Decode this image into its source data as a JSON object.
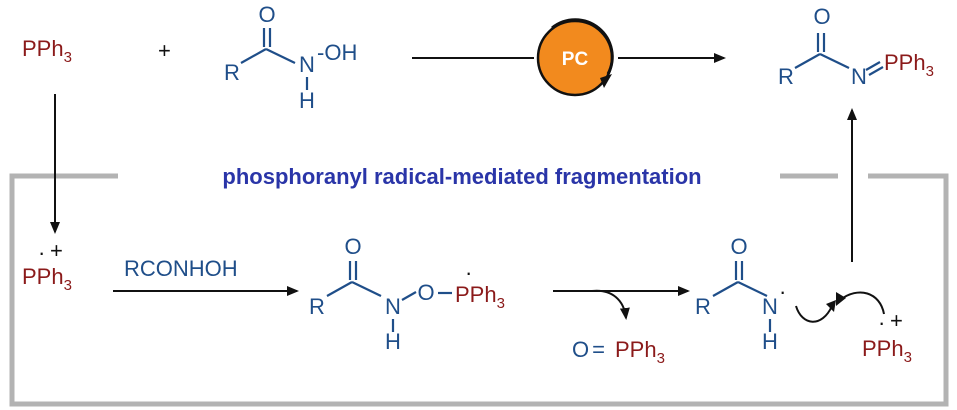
{
  "reagents": {
    "pph3": {
      "main": "PPh",
      "sub": "3"
    },
    "plus": "+",
    "hydroxamic_acid": {
      "o": "O",
      "r": "R",
      "n": "N",
      "oh": "-OH",
      "h": "H"
    },
    "photocatalyst": "PC",
    "product": {
      "o": "O",
      "r": "R",
      "n": "N",
      "pph3": "PPh",
      "sub": "3"
    }
  },
  "cycle": {
    "title": "phosphoranyl radical-mediated fragmentation",
    "radical_cation": {
      "dot": "·",
      "plus": "+",
      "main": "PPh",
      "sub": "3"
    },
    "reagent_label": "RCONHOH",
    "intermediate": {
      "o": "O",
      "r": "R",
      "n": "N",
      "o2": "O",
      "pph3": "PPh",
      "sub": "3",
      "h": "H",
      "dot": "·"
    },
    "byproduct": {
      "o": "O",
      "eq": "=",
      "pph3": "PPh",
      "sub": "3"
    },
    "amidyl": {
      "o": "O",
      "r": "R",
      "n": "N",
      "h": "H",
      "dot": "·"
    },
    "radical_cation_2": {
      "dot": "·",
      "plus": "+",
      "main": "PPh",
      "sub": "3"
    }
  },
  "colors": {
    "phosphorus": "#8b1a1a",
    "organic": "#1f4e89",
    "title": "#2a35a8",
    "photocatalyst": "#f28a1e",
    "frame": "#b3b3b3"
  }
}
